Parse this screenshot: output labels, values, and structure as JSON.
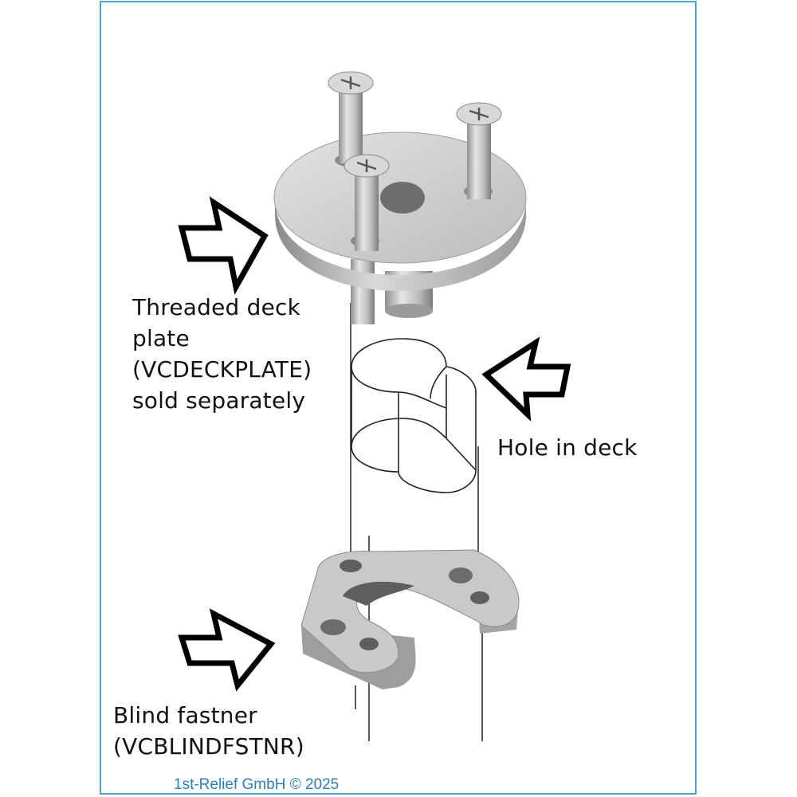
{
  "labels": {
    "deck_plate": [
      "Threaded deck",
      "plate",
      "(VCDECKPLATE)",
      "sold separately"
    ],
    "hole": "Hole in deck",
    "blind_fastener": [
      "Blind fastner",
      "(VCBLINDFSTNR)"
    ]
  },
  "copyright": "1st-Relief GmbH © 2025",
  "colors": {
    "frame": "#4ca3c4",
    "copyright": "#2f7db3",
    "part_fill": "#b8b8b8"
  },
  "icons": [
    "arrow-right-icon",
    "arrow-left-icon"
  ]
}
